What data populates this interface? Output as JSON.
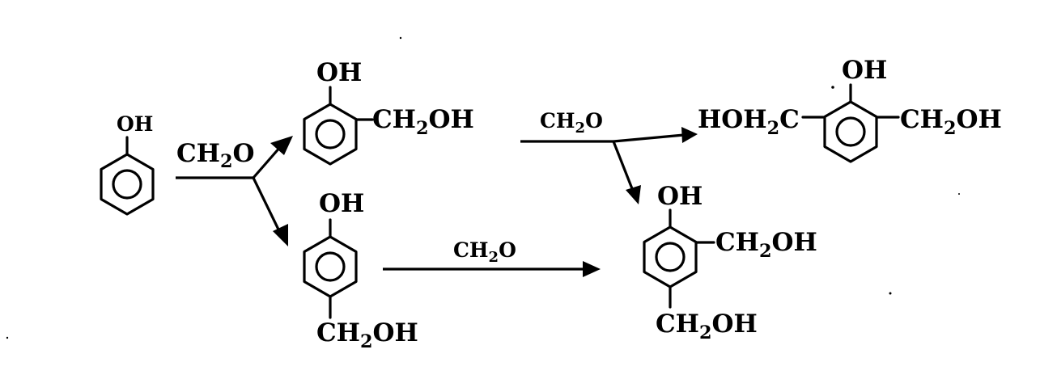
{
  "reagent": {
    "top_left": "CH2O",
    "top_right": "CH2O",
    "bottom": "CH2O"
  },
  "molecules": {
    "phenol": {
      "oh": "OH"
    },
    "ortho": {
      "oh": "OH",
      "sub": "CH2OH"
    },
    "para": {
      "oh": "OH",
      "sub": "CH2OH"
    },
    "di_ortho": {
      "oh": "OH",
      "left_sub": "HOH2C",
      "right_sub": "CH2OH"
    },
    "ortho_para": {
      "oh": "OH",
      "sub1": "CH2OH",
      "sub2": "CH2OH"
    }
  }
}
